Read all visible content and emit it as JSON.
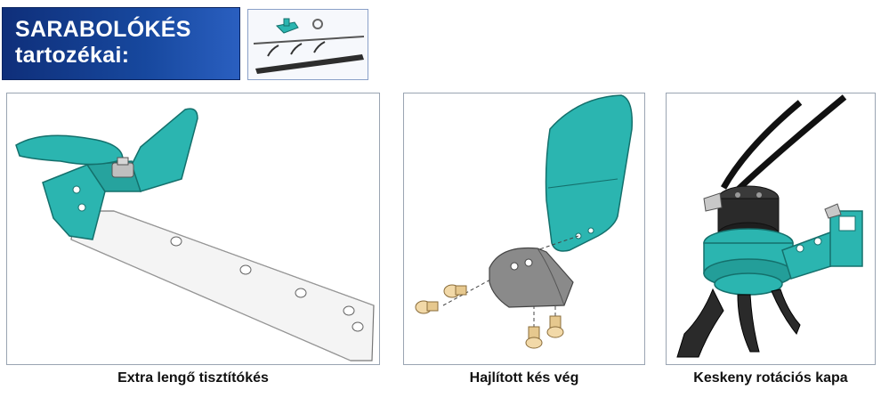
{
  "header": {
    "line1": "SARABOLÓKÉS",
    "line2": "tartozékai:"
  },
  "panels": [
    {
      "caption": "Extra lengő tisztítókés",
      "image": "flexible-cleaning-blade-illustration"
    },
    {
      "caption": "Hajlított kés vég",
      "image": "curved-blade-tip-illustration"
    },
    {
      "caption": "Keskeny rotációs kapa",
      "image": "narrow-rotary-hoe-illustration"
    }
  ],
  "colors": {
    "header_bg": "#17489e",
    "part_teal": "#2bb5b0",
    "metal_gray": "#9a9a9a"
  }
}
